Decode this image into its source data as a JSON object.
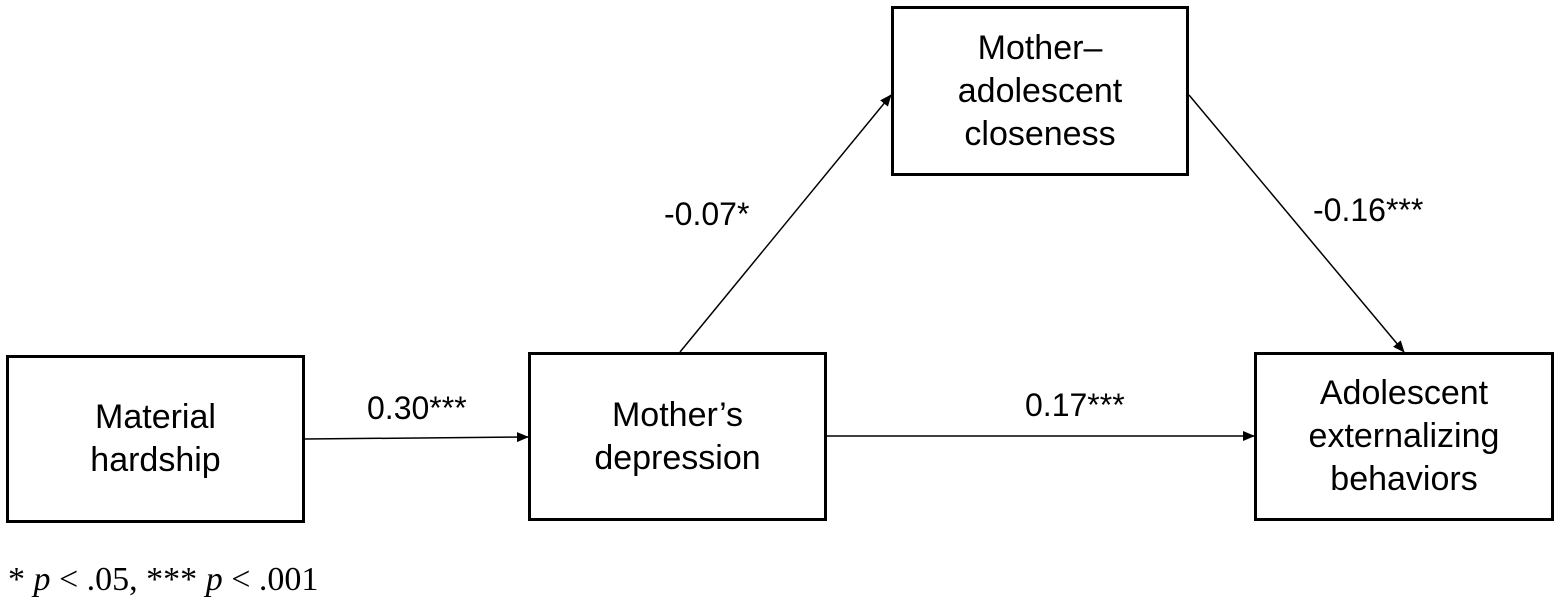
{
  "nodes": {
    "material_hardship": "Material\nhardship",
    "mothers_depression": "Mother’s\ndepression",
    "closeness": "Mother–\nadolescent\ncloseness",
    "externalizing": "Adolescent\nexternalizing\nbehaviors"
  },
  "edges": {
    "hardship_to_depression": "0.30***",
    "depression_to_closeness": "-0.07*",
    "closeness_to_externalizing": "-0.16***",
    "depression_to_externalizing": "0.17***"
  },
  "note": {
    "part1": "* ",
    "p1": "p",
    "part2": " < .05, *** ",
    "p2": "p",
    "part3": " < .001"
  }
}
